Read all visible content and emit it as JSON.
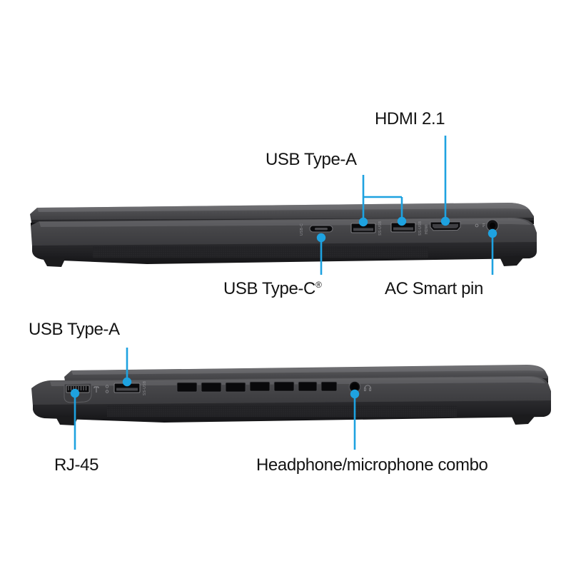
{
  "figure": {
    "type": "product-port-diagram",
    "background_color": "#ffffff",
    "accent_color": "#1ea2e0",
    "label_color": "#141414",
    "chassis_colors": {
      "lid_top": "#4a4a4c",
      "lid_face": "#3a3a3c",
      "base_face": "#3f3f41",
      "base_lower": "#232325",
      "port_dark": "#0d0d0f",
      "edge_highlight": "#6a6a6d"
    }
  },
  "views": [
    {
      "name": "right-side-view",
      "labels": [
        {
          "id": "usb-type-c",
          "text": "USB Type-C",
          "trademark": "®",
          "position": "below"
        },
        {
          "id": "usb-type-a-top",
          "text": "USB Type-A",
          "trademark": "",
          "position": "above"
        },
        {
          "id": "hdmi",
          "text": "HDMI 2.1",
          "trademark": "",
          "position": "above"
        },
        {
          "id": "ac-smart-pin",
          "text": "AC Smart pin",
          "trademark": "",
          "position": "below"
        }
      ],
      "ports": [
        {
          "id": "usb-c-port",
          "label_ref": "usb-type-c",
          "shape": "oval"
        },
        {
          "id": "usb-a-port-1",
          "label_ref": "usb-type-a-top",
          "shape": "rect"
        },
        {
          "id": "usb-a-port-2",
          "label_ref": "usb-type-a-top",
          "shape": "rect"
        },
        {
          "id": "hdmi-port",
          "label_ref": "hdmi",
          "shape": "hdmi"
        },
        {
          "id": "ac-power-jack",
          "label_ref": "ac-smart-pin",
          "shape": "circle"
        }
      ]
    },
    {
      "name": "left-side-view",
      "labels": [
        {
          "id": "usb-type-a-bottom",
          "text": "USB Type-A",
          "trademark": "",
          "position": "above"
        },
        {
          "id": "rj-45",
          "text": "RJ-45",
          "trademark": "",
          "position": "below"
        },
        {
          "id": "headphone-combo",
          "text": "Headphone/microphone combo",
          "trademark": "",
          "position": "below"
        }
      ],
      "ports": [
        {
          "id": "rj45-port",
          "label_ref": "rj-45",
          "shape": "rj45"
        },
        {
          "id": "usb-a-port-3",
          "label_ref": "usb-type-a-bottom",
          "shape": "rect"
        },
        {
          "id": "headphone-jack",
          "label_ref": "headphone-combo",
          "shape": "circle"
        }
      ],
      "vent_slot_count": 7
    }
  ]
}
